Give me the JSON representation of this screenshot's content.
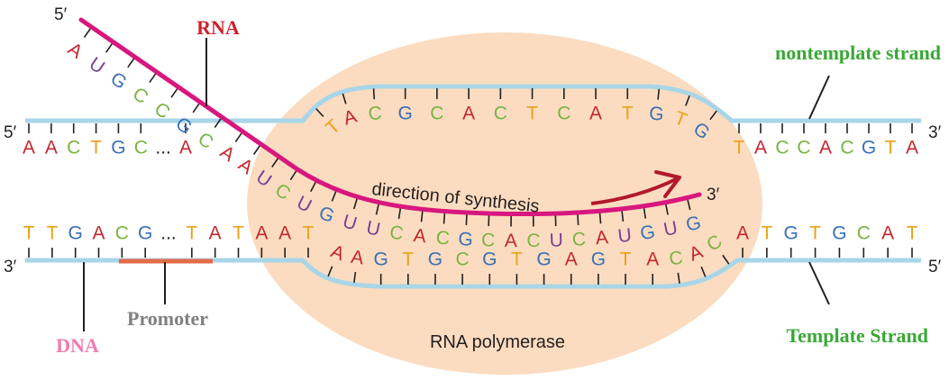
{
  "colors": {
    "A": "#c1272d",
    "U": "#7b3f98",
    "G": "#3b6fb6",
    "C": "#7ab342",
    "T": "#e8a317",
    "dna_strand": "#a8d5e8",
    "rna_strand": "#d8177e",
    "polymerase": "#fbdcc0",
    "promoter_bar": "#e36c4a",
    "arrow": "#b2182b",
    "rna_label": "#d0202f",
    "strand_labels": "#3aa835",
    "promoter_label": "#808080",
    "dna_label": "#f07bb1"
  },
  "labels": {
    "rna": "RNA",
    "nontemplate": "nontemplate strand",
    "template": "Template Strand",
    "promoter": "Promoter",
    "dna": "DNA",
    "polymerase": "RNA polymerase",
    "direction": "direction of synthesis"
  },
  "ends": {
    "rna_5": "5′",
    "rna_3": "3′",
    "top_left_5": "5′",
    "top_right_3": "3′",
    "bottom_left_3": "3′",
    "bottom_right_5": "5′"
  },
  "sequences": {
    "rna_tail": "AUGCCGC",
    "rna_in_bubble": "AAUCUGUUCACGCACUCAUGUG",
    "top_left": "AACTGC...A",
    "top_bubble": "TACGCACTCATGTG",
    "top_right": "TACCACGTA",
    "bottom_left": "TTGACG...TATAAT",
    "bottom_bubble": "AAGTGCGTGAGTACAC",
    "bottom_right": "ATGTGCAT"
  }
}
